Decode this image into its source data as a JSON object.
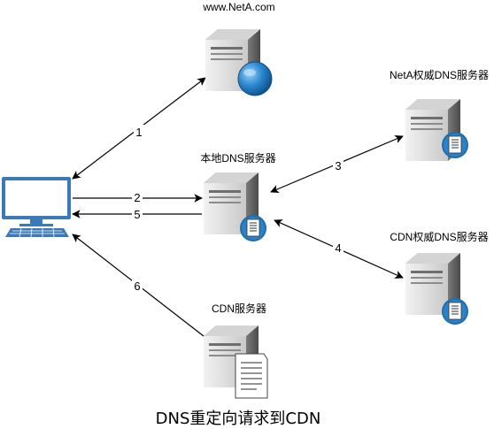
{
  "caption": "DNS重定向请求到CDN",
  "nodes": {
    "client": {
      "icon": "desktop-monitor-icon"
    },
    "www_server": {
      "label": "www.NetA.com",
      "icon": "web-server-globe-icon"
    },
    "local_dns": {
      "label": "本地DNS服务器",
      "icon": "dns-server-icon"
    },
    "neta_dns": {
      "label": "NetA权威DNS服务器",
      "icon": "dns-server-icon"
    },
    "cdn_dns": {
      "label": "CDN权威DNS服务器",
      "icon": "dns-server-icon"
    },
    "cdn_server": {
      "label": "CDN服务器",
      "icon": "file-server-icon"
    }
  },
  "edges": [
    {
      "label": "1",
      "from": "client",
      "to": "www_server",
      "direction": "both"
    },
    {
      "label": "2",
      "from": "client",
      "to": "local_dns",
      "direction": "forward"
    },
    {
      "label": "5",
      "from": "local_dns",
      "to": "client",
      "direction": "forward"
    },
    {
      "label": "3",
      "from": "local_dns",
      "to": "neta_dns",
      "direction": "both"
    },
    {
      "label": "4",
      "from": "local_dns",
      "to": "cdn_dns",
      "direction": "both"
    },
    {
      "label": "6",
      "from": "cdn_server",
      "to": "client",
      "direction": "forward"
    }
  ],
  "colors": {
    "server_light": "#e6e6e6",
    "server_mid": "#b7b7b7",
    "server_dark": "#5a5a5a",
    "globe": "#1a73b8",
    "badge": "#1f6fab",
    "monitor": "#3c79b7",
    "screen": "#ffffff",
    "line": "#000000"
  }
}
